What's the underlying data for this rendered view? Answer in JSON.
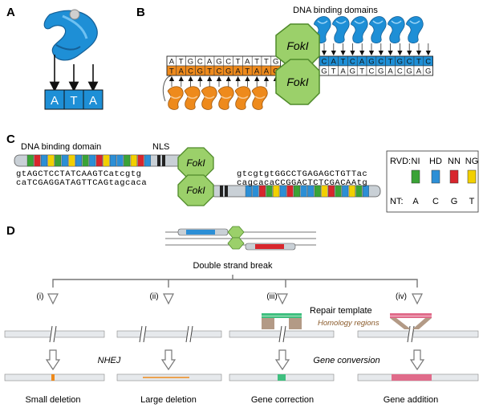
{
  "colors": {
    "blue": "#1e8fd6",
    "orange": "#ee8a1c",
    "fok_fill": "#9bd06a",
    "fok_stroke": "#4f8a2a",
    "rvd_green": "#3aa336",
    "rvd_blue": "#2c8fd6",
    "rvd_red": "#d8262d",
    "rvd_yellow": "#f2d000",
    "bar_gray": "#c9d0d6",
    "pink": "#e06b8a",
    "green_strip": "#3fbf7f",
    "tan": "#b39a86"
  },
  "panel_a": {
    "label": "A",
    "letters": [
      "A",
      "T",
      "A"
    ]
  },
  "panel_b": {
    "label": "B",
    "title": "DNA binding domains",
    "fok_top": "FokI",
    "fok_bottom": "FokI",
    "top_seq_white": [
      "A",
      "T",
      "G",
      "C",
      "A",
      "G",
      "C",
      "T",
      "A",
      "T",
      "T",
      "G"
    ],
    "top_seq_blue": [
      "C",
      "A",
      "T",
      "C",
      "A",
      "G",
      "C",
      "T",
      "G",
      "C",
      "T",
      "C"
    ],
    "bot_seq_orange": [
      "T",
      "A",
      "C",
      "G",
      "T",
      "C",
      "G",
      "A",
      "T",
      "A",
      "A",
      "C"
    ],
    "bot_seq_white": [
      "G",
      "T",
      "A",
      "G",
      "T",
      "C",
      "G",
      "A",
      "C",
      "G",
      "A",
      "G"
    ]
  },
  "panel_c": {
    "label": "C",
    "dbd_label": "DNA binding domain",
    "nls_label": "NLS",
    "fok_top": "FokI",
    "fok_bottom": "FokI",
    "seq_top_left": "gtAGCTCCTATCAAGTCatcgtg",
    "seq_bot_left": "caTCGAGGATAGTTCAGtagcaca",
    "seq_top_right": "gtcgtgtGGCCTGAGAGCTGTTac",
    "seq_bot_right": "cagcacaCCGGACTCTCGACAAtg",
    "top_colors": [
      "green",
      "red",
      "blue",
      "yellow",
      "green",
      "blue",
      "yellow",
      "blue",
      "green",
      "blue",
      "red",
      "yellow",
      "blue",
      "blue",
      "green",
      "yellow",
      "red",
      "blue"
    ],
    "bottom_colors": [
      "blue",
      "blue",
      "red",
      "green",
      "yellow",
      "blue",
      "red",
      "green",
      "blue",
      "blue",
      "green",
      "yellow",
      "red",
      "green",
      "blue",
      "yellow",
      "green",
      "blue"
    ]
  },
  "legend": {
    "rvd_label": "RVD:",
    "nt_label": "NT:",
    "rvds": [
      "NI",
      "HD",
      "NN",
      "NG"
    ],
    "nts": [
      "A",
      "C",
      "G",
      "T"
    ],
    "swatch_colors": [
      "rvd_green",
      "rvd_blue",
      "rvd_red",
      "rvd_yellow"
    ]
  },
  "panel_d": {
    "label": "D",
    "dsb_label": "Double strand break",
    "branches": [
      "(i)",
      "(ii)",
      "(iii)",
      "(iv)"
    ],
    "repair_template": "Repair template",
    "homology_regions": "Homology regions",
    "nhej": "NHEJ",
    "gene_conversion": "Gene conversion",
    "outcomes": [
      "Small deletion",
      "Large deletion",
      "Gene correction",
      "Gene addition"
    ]
  }
}
